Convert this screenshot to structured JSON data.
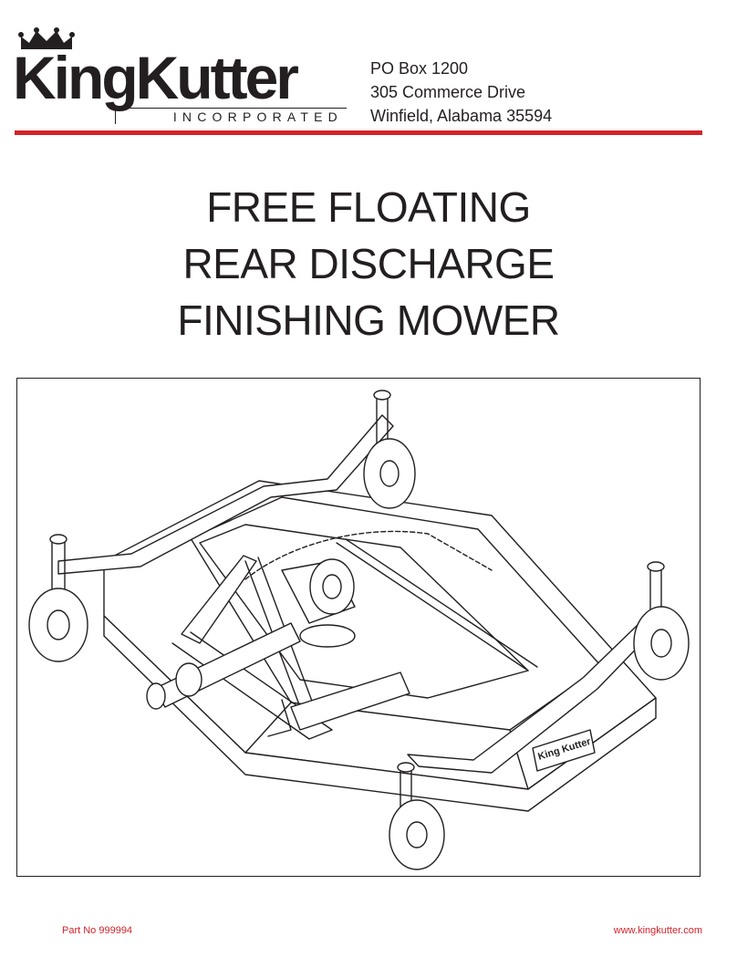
{
  "header": {
    "logo": {
      "brand": "KingKutter",
      "sub": "INCORPORATED"
    },
    "address": [
      "PO Box 1200",
      "305 Commerce Drive",
      "Winfield, Alabama 35594"
    ]
  },
  "title": [
    "FREE FLOATING",
    "REAR DISCHARGE",
    "FINISHING MOWER"
  ],
  "illustration": {
    "deck_logo": "King Kutter"
  },
  "footer": {
    "part_no": "Part No 999994",
    "website": "www.kingkutter.com"
  },
  "colors": {
    "accent": "#d2232a",
    "ink": "#231f20"
  }
}
